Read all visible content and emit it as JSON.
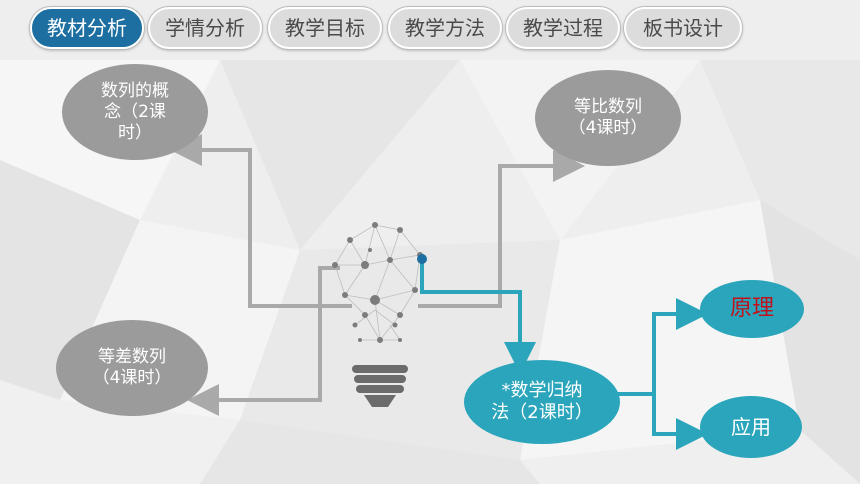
{
  "tabs": [
    {
      "label": "教材分析",
      "active": true
    },
    {
      "label": "学情分析",
      "active": false
    },
    {
      "label": "教学目标",
      "active": false
    },
    {
      "label": "教学方法",
      "active": false
    },
    {
      "label": "教学过程",
      "active": false
    },
    {
      "label": "板书设计",
      "active": false
    }
  ],
  "nodes": {
    "concept": "数列的概\n念（2课\n时）",
    "geometric": "等比数列\n（4课时）",
    "arithmetic": "等差数列\n（4课时）",
    "induction": "*数学归纳\n法（2课时）",
    "principle": "原理",
    "application": "应用"
  },
  "colors": {
    "tab_active": "#1c6fa0",
    "tab_inactive": "#dcdcdc",
    "node_gray": "#9b9b9b",
    "node_teal": "#2aa5bb",
    "line_gray": "#a9a9a9",
    "line_teal": "#2aa5bb",
    "principle_text": "#c0121b"
  },
  "icons": {
    "center": "lightbulb-network-icon"
  }
}
